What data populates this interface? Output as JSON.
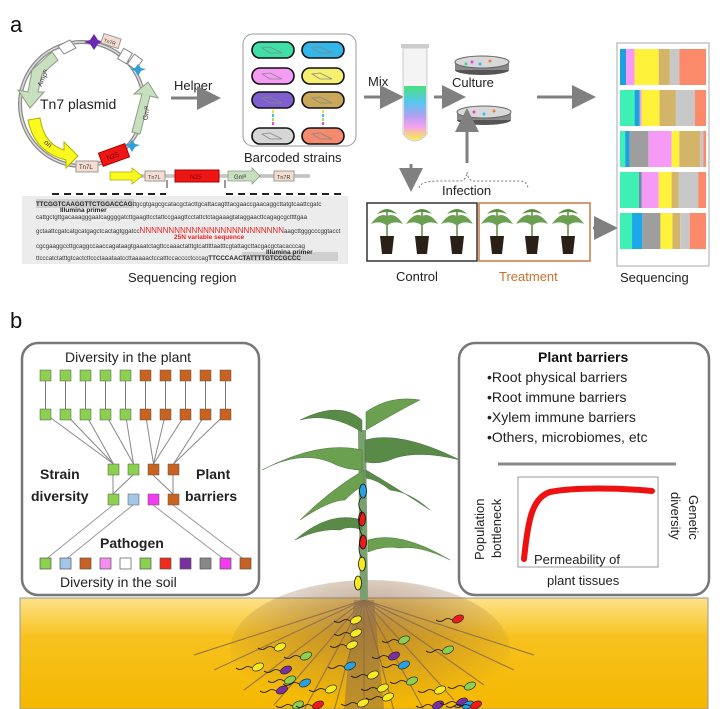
{
  "panel_a": {
    "label": "a",
    "plasmid": {
      "title": "Tn7 plasmid",
      "features": [
        "Ampᴿ",
        "ori",
        "Tn7L",
        "N25",
        "Gmᴿ",
        "Tn7R"
      ]
    },
    "linear_insert": [
      "Tn7L",
      "N25",
      "Gmᴿ",
      "Tn7R"
    ],
    "helper_label": "Helper",
    "barcoded_strains_label": "Barcoded strains",
    "strain_colors": [
      "#3fe0a8",
      "#33b6e8",
      "#f59af5",
      "#f5f070",
      "#7f5fd0",
      "#c9a85a",
      "#d6d6d6",
      "#f58a6e"
    ],
    "mix_label": "Mix",
    "culture_label": "Culture",
    "infection_label": "Infection",
    "control_label": "Control",
    "treatment_label": "Treatment",
    "sequencing_label": "Sequencing",
    "sequencing_region_label": "Sequencing region",
    "sequence": {
      "line1_primer": "TTCGGTCAAGGTTCTGGACCAG",
      "line1_rest": "ttgcgtgagcgcatacgctacttgcattacagtttacgaaccgaacaggcttatgtcaattcgatc",
      "primer_label_1": "Illumina primer",
      "line2": "cattgctgttgacaaagggaatcaggggatcttgaagttcctattccgaagttcctattctctagaaagtataggaacttcagagcgcttttgaa",
      "line3_pre": "gctaattcgatcatgcatgagctcactagtggatcc",
      "line3_n": "NNNNNNNNNNNNNNNNNNNNNNNNN",
      "line3_post": "aagcttgggcccggtacct",
      "variable_label": "25N variable sequence",
      "line4": "cgcgaaggccttgcaggccaaccagataagtgaaatctagttccaaactatttgtcatttttaatttcgtattagcttacgacgctacacccag",
      "primer_label_2": "Illumina primer",
      "line5_pre": "ttcccatctatttgtcactcttccctaaataatccttaaaaactccatttccacccctcccag",
      "line5_primer": "TTCCCAACTATTTTGTCCGCCC"
    },
    "sequencing_bars": [
      [
        [
          "#1ba0e0",
          0.07
        ],
        [
          "#f59af5",
          0.1
        ],
        [
          "#fef23a",
          0.28
        ],
        [
          "#d4b468",
          0.13
        ],
        [
          "#c8c8c8",
          0.11
        ],
        [
          "#fa8a6a",
          0.31
        ]
      ],
      [
        [
          "#3ef0b4",
          0.17
        ],
        [
          "#1ba0e0",
          0.06
        ],
        [
          "#f59af5",
          0.02
        ],
        [
          "#fef23a",
          0.21
        ],
        [
          "#d4b468",
          0.19
        ],
        [
          "#c8c8c8",
          0.22
        ],
        [
          "#fa8a6a",
          0.13
        ]
      ],
      [
        [
          "#3ef0b4",
          0.06
        ],
        [
          "#1ba0e0",
          0.05
        ],
        [
          "#9e9e9e",
          0.22
        ],
        [
          "#f59af5",
          0.27
        ],
        [
          "#fef23a",
          0.09
        ],
        [
          "#d4b468",
          0.24
        ],
        [
          "#c8c8c8",
          0.04
        ],
        [
          "#fa8a6a",
          0.03
        ]
      ],
      [
        [
          "#3ef0b4",
          0.22
        ],
        [
          "#6a8fa0",
          0.03
        ],
        [
          "#f59af5",
          0.2
        ],
        [
          "#fef23a",
          0.15
        ],
        [
          "#d4b468",
          0.08
        ],
        [
          "#c8c8c8",
          0.23
        ],
        [
          "#fa8a6a",
          0.09
        ]
      ],
      [
        [
          "#3ef0b4",
          0.14
        ],
        [
          "#1aa8e8",
          0.12
        ],
        [
          "#9e9e9e",
          0.21
        ],
        [
          "#fef23a",
          0.14
        ],
        [
          "#d4b468",
          0.09
        ],
        [
          "#c8c8c8",
          0.11
        ],
        [
          "#fa8a6a",
          0.19
        ]
      ]
    ]
  },
  "panel_b": {
    "label": "b",
    "left_box": {
      "title_top": "Diversity in the plant",
      "strain_diversity_label": "Strain\ndiversity",
      "strain_label_l1": "Strain",
      "strain_label_l2": "diversity",
      "barrier_label_l1": "Plant",
      "barrier_label_l2": "barriers",
      "pathogen_label": "Pathogen",
      "title_bottom": "Diversity in the soil",
      "row1_colors": [
        "#8bd04e",
        "#8bd04e",
        "#8bd04e",
        "#8bd04e",
        "#8bd04e",
        "#c8621e",
        "#c8621e",
        "#c8621e",
        "#c8621e",
        "#c8621e"
      ],
      "row2_colors": [
        "#8bd04e",
        "#8bd04e",
        "#8bd04e",
        "#8bd04e",
        "#8bd04e",
        "#c8621e",
        "#c8621e",
        "#c8621e",
        "#c8621e",
        "#c8621e"
      ],
      "row3_colors": [
        "#8bd04e",
        "#8bd04e",
        "#c8621e",
        "#c8621e"
      ],
      "row4_colors": [
        "#8bd04e",
        "#a3c7e8",
        "#f23cf0",
        "#c8621e"
      ],
      "soil_colors": [
        "#8bd04e",
        "#a3c7e8",
        "#c8621e",
        "#f58ef0",
        "#ffffff",
        "#8bd04e",
        "#f22a1a",
        "#7a2fa0",
        "#888888",
        "#f23cf0",
        "#c8621e"
      ]
    },
    "right_box": {
      "title": "Plant barriers",
      "bullets": [
        "Root physical barriers",
        "Root immune barriers",
        "Xylem immune barriers",
        "Others, microbiomes, etc"
      ],
      "bullet_char": "•",
      "y_left_label_l1": "Population",
      "y_left_label_l2": "bottleneck",
      "y_right_label_l1": "Genetic",
      "y_right_label_l2": "diversity",
      "x_label_l1": "Permeability of",
      "x_label_l2": "plant tissues",
      "curve_color": "#ee1111"
    },
    "soil_color": "#f7c21f"
  }
}
